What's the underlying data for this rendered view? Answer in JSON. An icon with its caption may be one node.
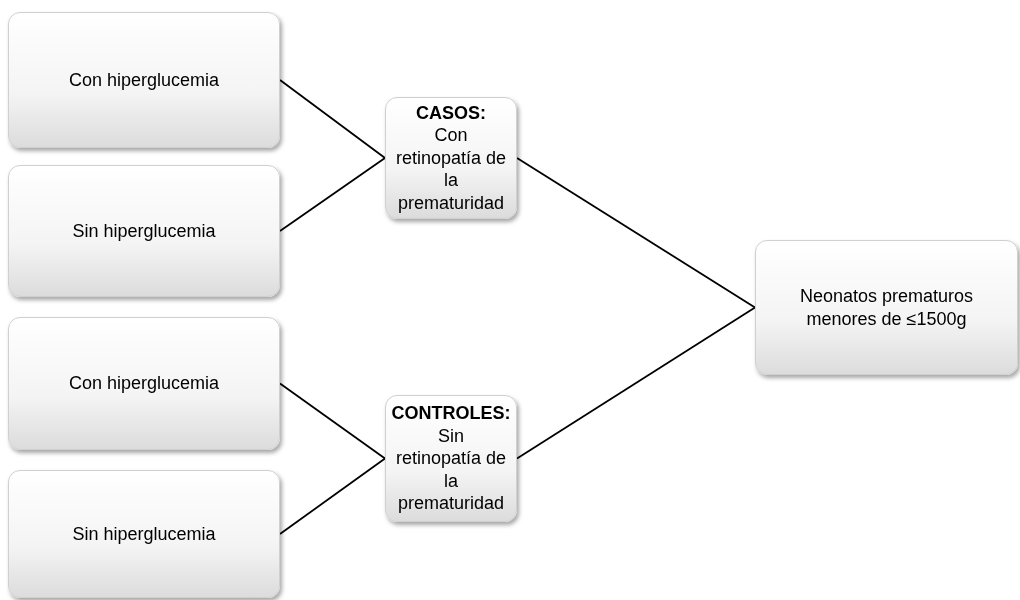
{
  "diagram": {
    "nodes": [
      {
        "text": [
          "Con hiperglucemia"
        ]
      },
      {
        "text": [
          "Sin hiperglucemia"
        ]
      },
      {
        "text": [
          "Con hiperglucemia"
        ]
      },
      {
        "text": [
          "Sin hiperglucemia"
        ]
      },
      {
        "text": [
          "CASOS:",
          "Con retinopatía de la prematuridad"
        ]
      },
      {
        "text": [
          "CONTROLES:",
          "Sin retinopatía de la prematuridad"
        ]
      },
      {
        "text": [
          "Neonatos prematuros menores de ≤1500g"
        ]
      }
    ],
    "edges": [
      {
        "from": 0,
        "to": 4,
        "arrow": "none"
      },
      {
        "from": 1,
        "to": 4,
        "arrow": "none"
      },
      {
        "from": 2,
        "to": 5,
        "arrow": "none"
      },
      {
        "from": 3,
        "to": 5,
        "arrow": "none"
      },
      {
        "from": 4,
        "to": 6,
        "arrow": "none"
      },
      {
        "from": 5,
        "to": 6,
        "arrow": "none"
      }
    ]
  }
}
